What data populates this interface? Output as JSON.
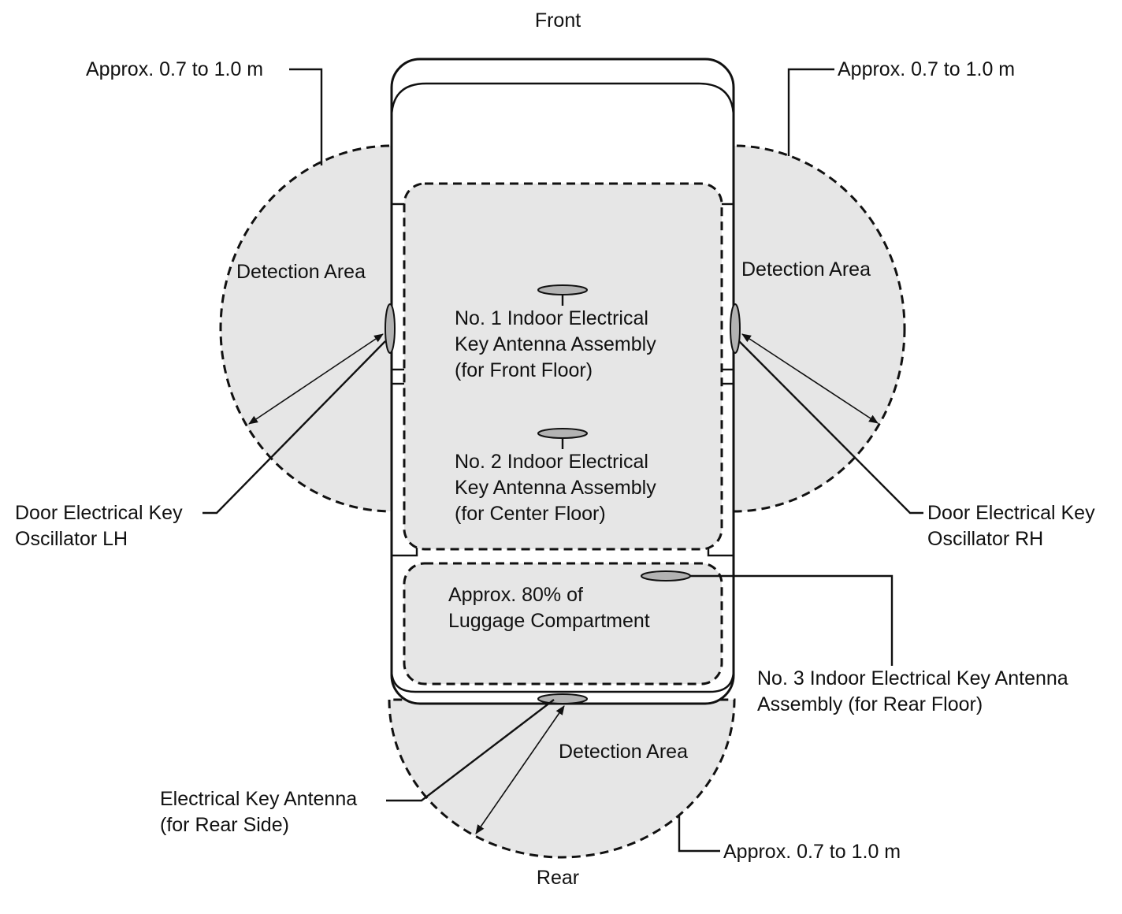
{
  "orientation": {
    "front": "Front",
    "rear": "Rear"
  },
  "range_labels": {
    "left": "Approx. 0.7 to 1.0 m",
    "right": "Approx. 0.7 to 1.0 m",
    "rear": "Approx. 0.7 to 1.0 m"
  },
  "detection_areas": {
    "left": "Detection Area",
    "right": "Detection Area",
    "rear": "Detection Area"
  },
  "antennas": {
    "no1": [
      "No. 1 Indoor Electrical",
      "Key Antenna Assembly",
      "(for Front Floor)"
    ],
    "no2": [
      "No. 2 Indoor Electrical",
      "Key Antenna Assembly",
      "(for Center Floor)"
    ],
    "no3": [
      "No. 3 Indoor Electrical Key Antenna",
      "Assembly (for Rear Floor)"
    ],
    "rear_side": [
      "Electrical Key Antenna",
      "(for Rear Side)"
    ]
  },
  "oscillators": {
    "lh": [
      "Door Electrical Key",
      "Oscillator LH"
    ],
    "rh": [
      "Door Electrical Key",
      "Oscillator RH"
    ]
  },
  "luggage": [
    "Approx. 80% of",
    "Luggage Compartment"
  ],
  "colors": {
    "area_fill": "#e6e6e6",
    "antenna_fill": "#b3b3b3",
    "line": "#111111"
  }
}
